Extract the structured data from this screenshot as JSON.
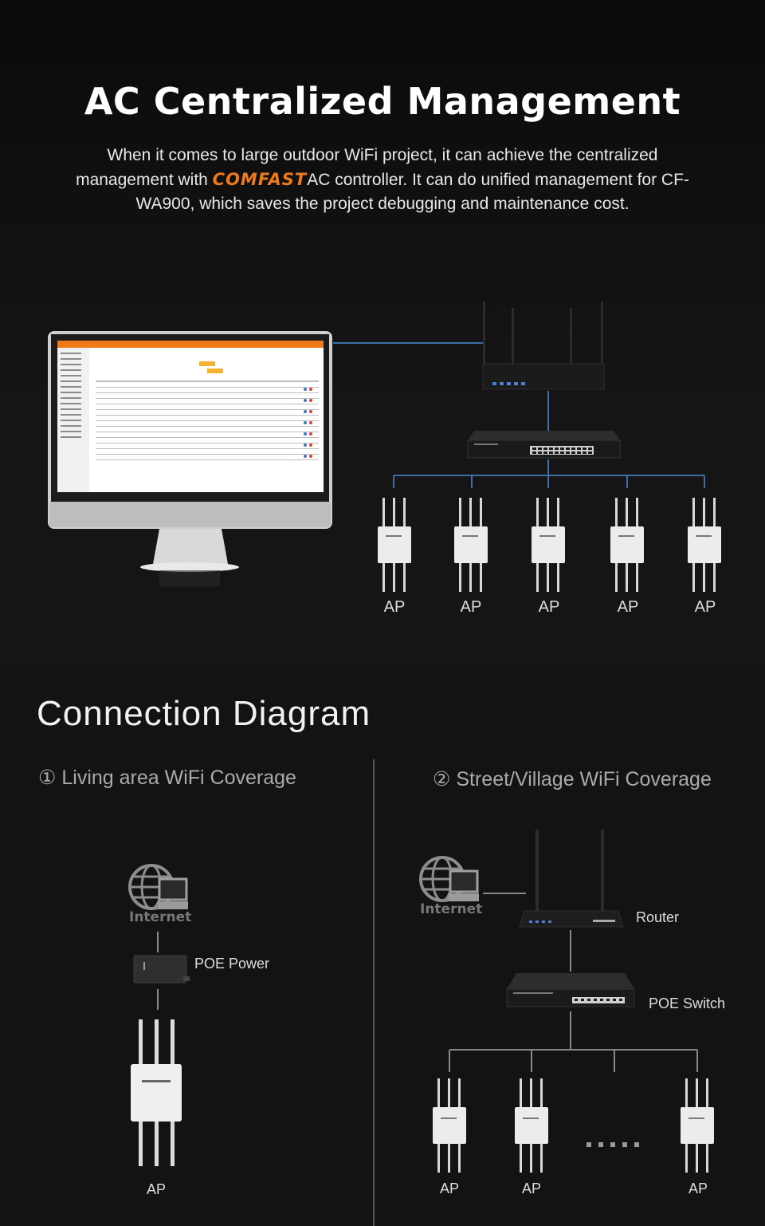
{
  "header": {
    "title": "AC Centralized Management",
    "intro_part1": "When it comes to large outdoor WiFi project, it can achieve the centralized management with ",
    "brand": "COMFAST",
    "intro_part2": "AC controller. It can do unified management for CF-WA900, which saves the project debugging and maintenance cost."
  },
  "ac_diagram": {
    "ap_labels": [
      "AP",
      "AP",
      "AP",
      "AP",
      "AP"
    ]
  },
  "connection": {
    "title": "Connection Diagram",
    "living": {
      "heading": "① Living area WiFi Coverage",
      "internet": "Internet",
      "poe_power": "POE Power",
      "ap": "AP"
    },
    "street": {
      "heading": "② Street/Village WiFi Coverage",
      "internet": "Internet",
      "router": "Router",
      "poe_switch": "POE Switch",
      "ap_labels": [
        "AP",
        "AP",
        "AP"
      ]
    }
  },
  "colors": {
    "accent": "#f07a1a",
    "link_line": "#3d6ea6",
    "background": "#121212"
  }
}
